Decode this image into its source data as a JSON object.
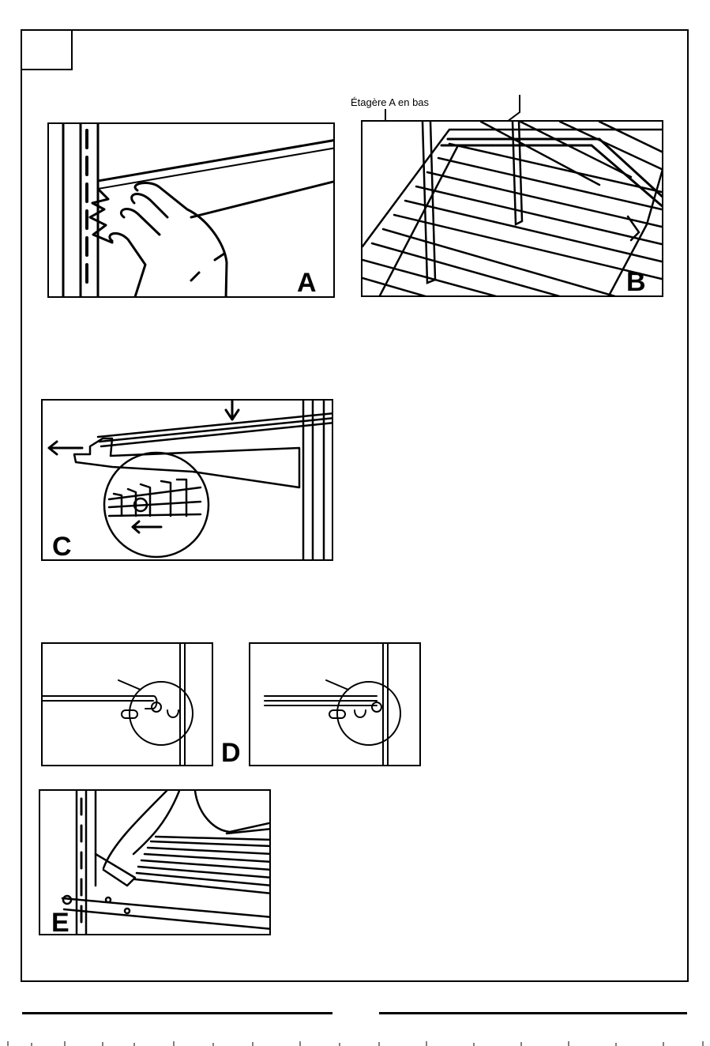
{
  "figures": {
    "a": {
      "letter": "A"
    },
    "b": {
      "letter": "B",
      "annotation": "Étagère A en bas"
    },
    "c": {
      "letter": "C"
    },
    "d": {
      "letter": "D"
    },
    "e": {
      "letter": "E"
    }
  }
}
